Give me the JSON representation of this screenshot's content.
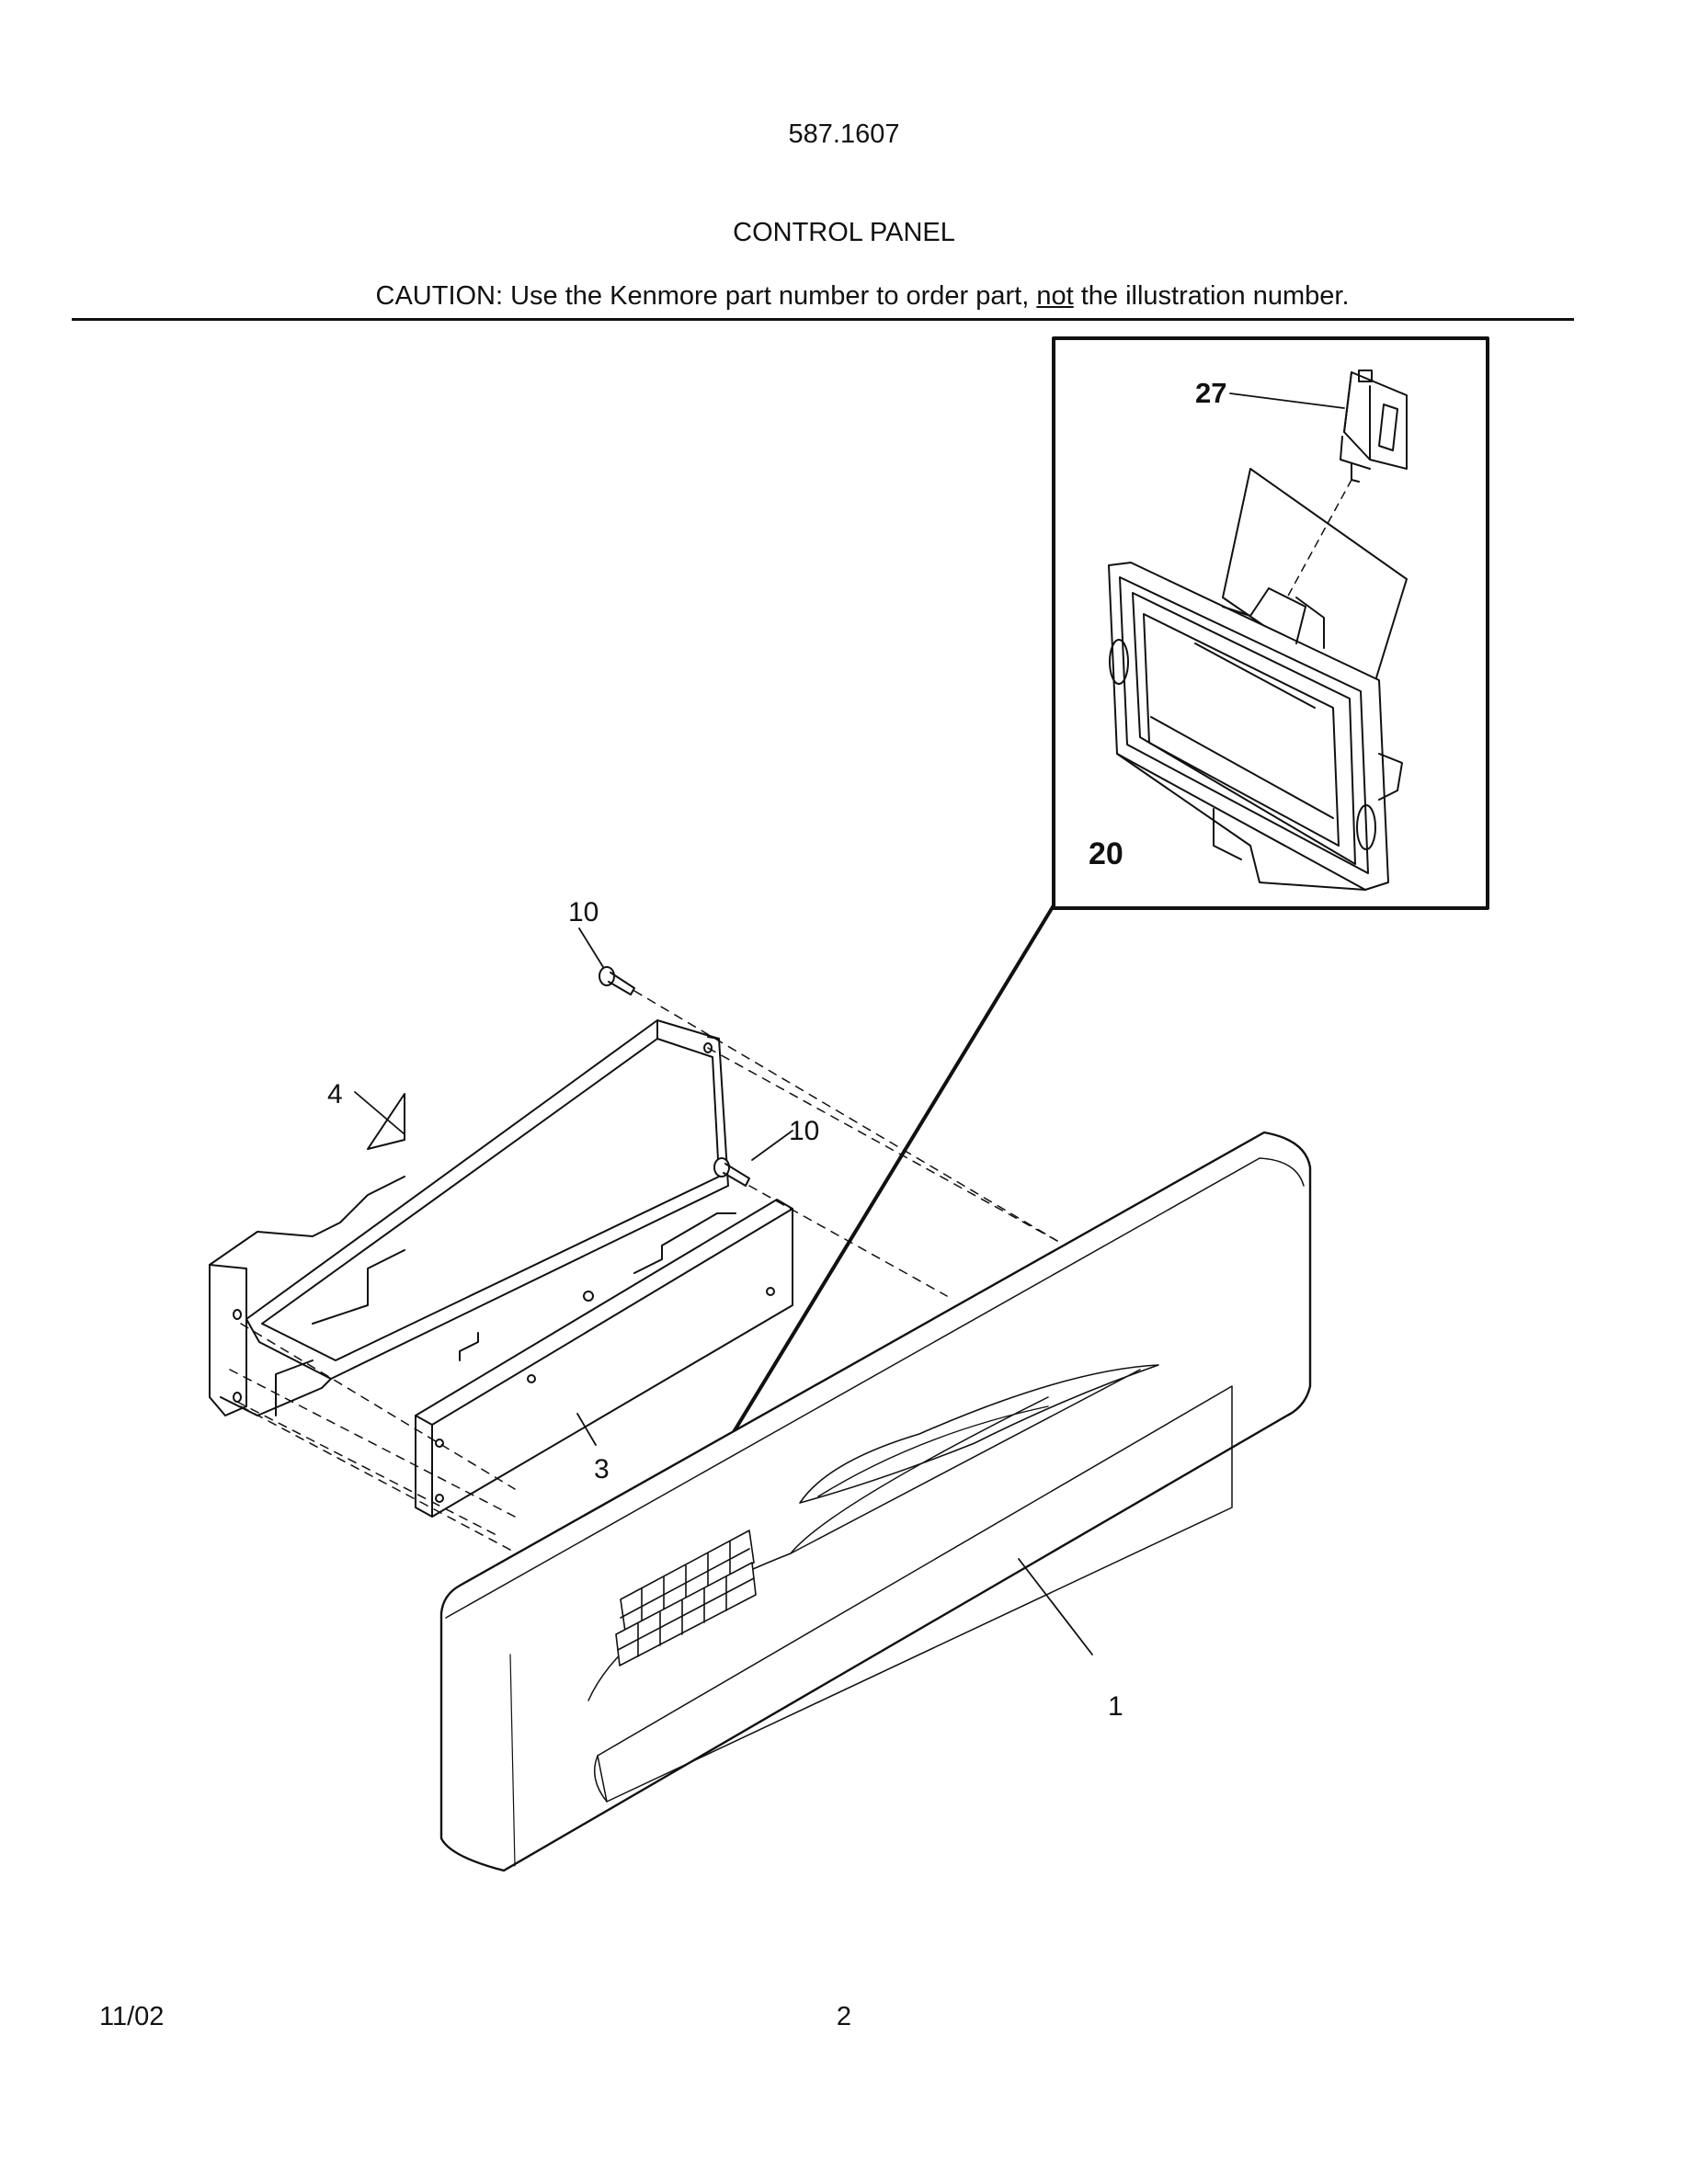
{
  "header": {
    "model_number": "587.1607",
    "section_title": "CONTROL PANEL",
    "caution_prefix": "CAUTION: Use the Kenmore part number to order part, ",
    "caution_emphasis": "not",
    "caution_suffix": " the illustration number."
  },
  "callouts": {
    "control_panel": "1",
    "control_board": "3",
    "control_housing": "4",
    "screw_upper": "10",
    "screw_lower": "10",
    "dispenser_assembly": "20",
    "dispenser_switch": "27"
  },
  "footer": {
    "date": "11/02",
    "page_number": "2"
  }
}
